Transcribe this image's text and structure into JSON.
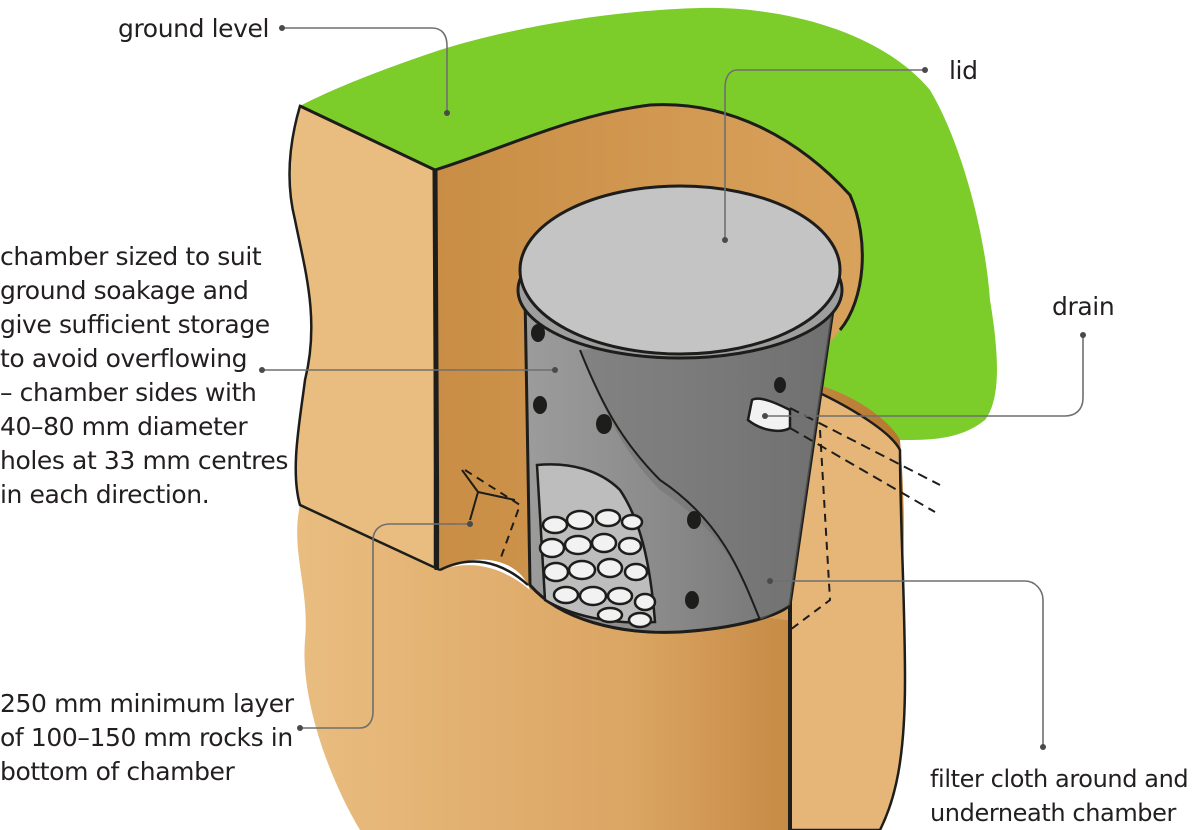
{
  "labels": {
    "ground_level": "ground level",
    "lid": "lid",
    "drain": "drain",
    "chamber": [
      "chamber sized to suit",
      "ground soakage and",
      "give sufficient storage",
      "to avoid overflowing",
      "– chamber sides with",
      "40–80 mm diameter",
      "holes at 33 mm centres",
      "in each direction."
    ],
    "rocks": [
      "250 mm minimum layer",
      "of 100–150 mm rocks in",
      "bottom of chamber"
    ],
    "filter": [
      "filter cloth around and",
      "underneath chamber"
    ]
  },
  "colors": {
    "grass": "#7ccc2a",
    "soil_light": "#e9bc7f",
    "soil_mid": "#d49a52",
    "soil_dark": "#b8782f",
    "chamber_light": "#9a9a9a",
    "chamber_dark": "#707070",
    "lid": "#c4c4c4",
    "rocks_bg": "#bdbdbd",
    "outline": "#1d1d1b",
    "leader": "#6f6f6f"
  }
}
